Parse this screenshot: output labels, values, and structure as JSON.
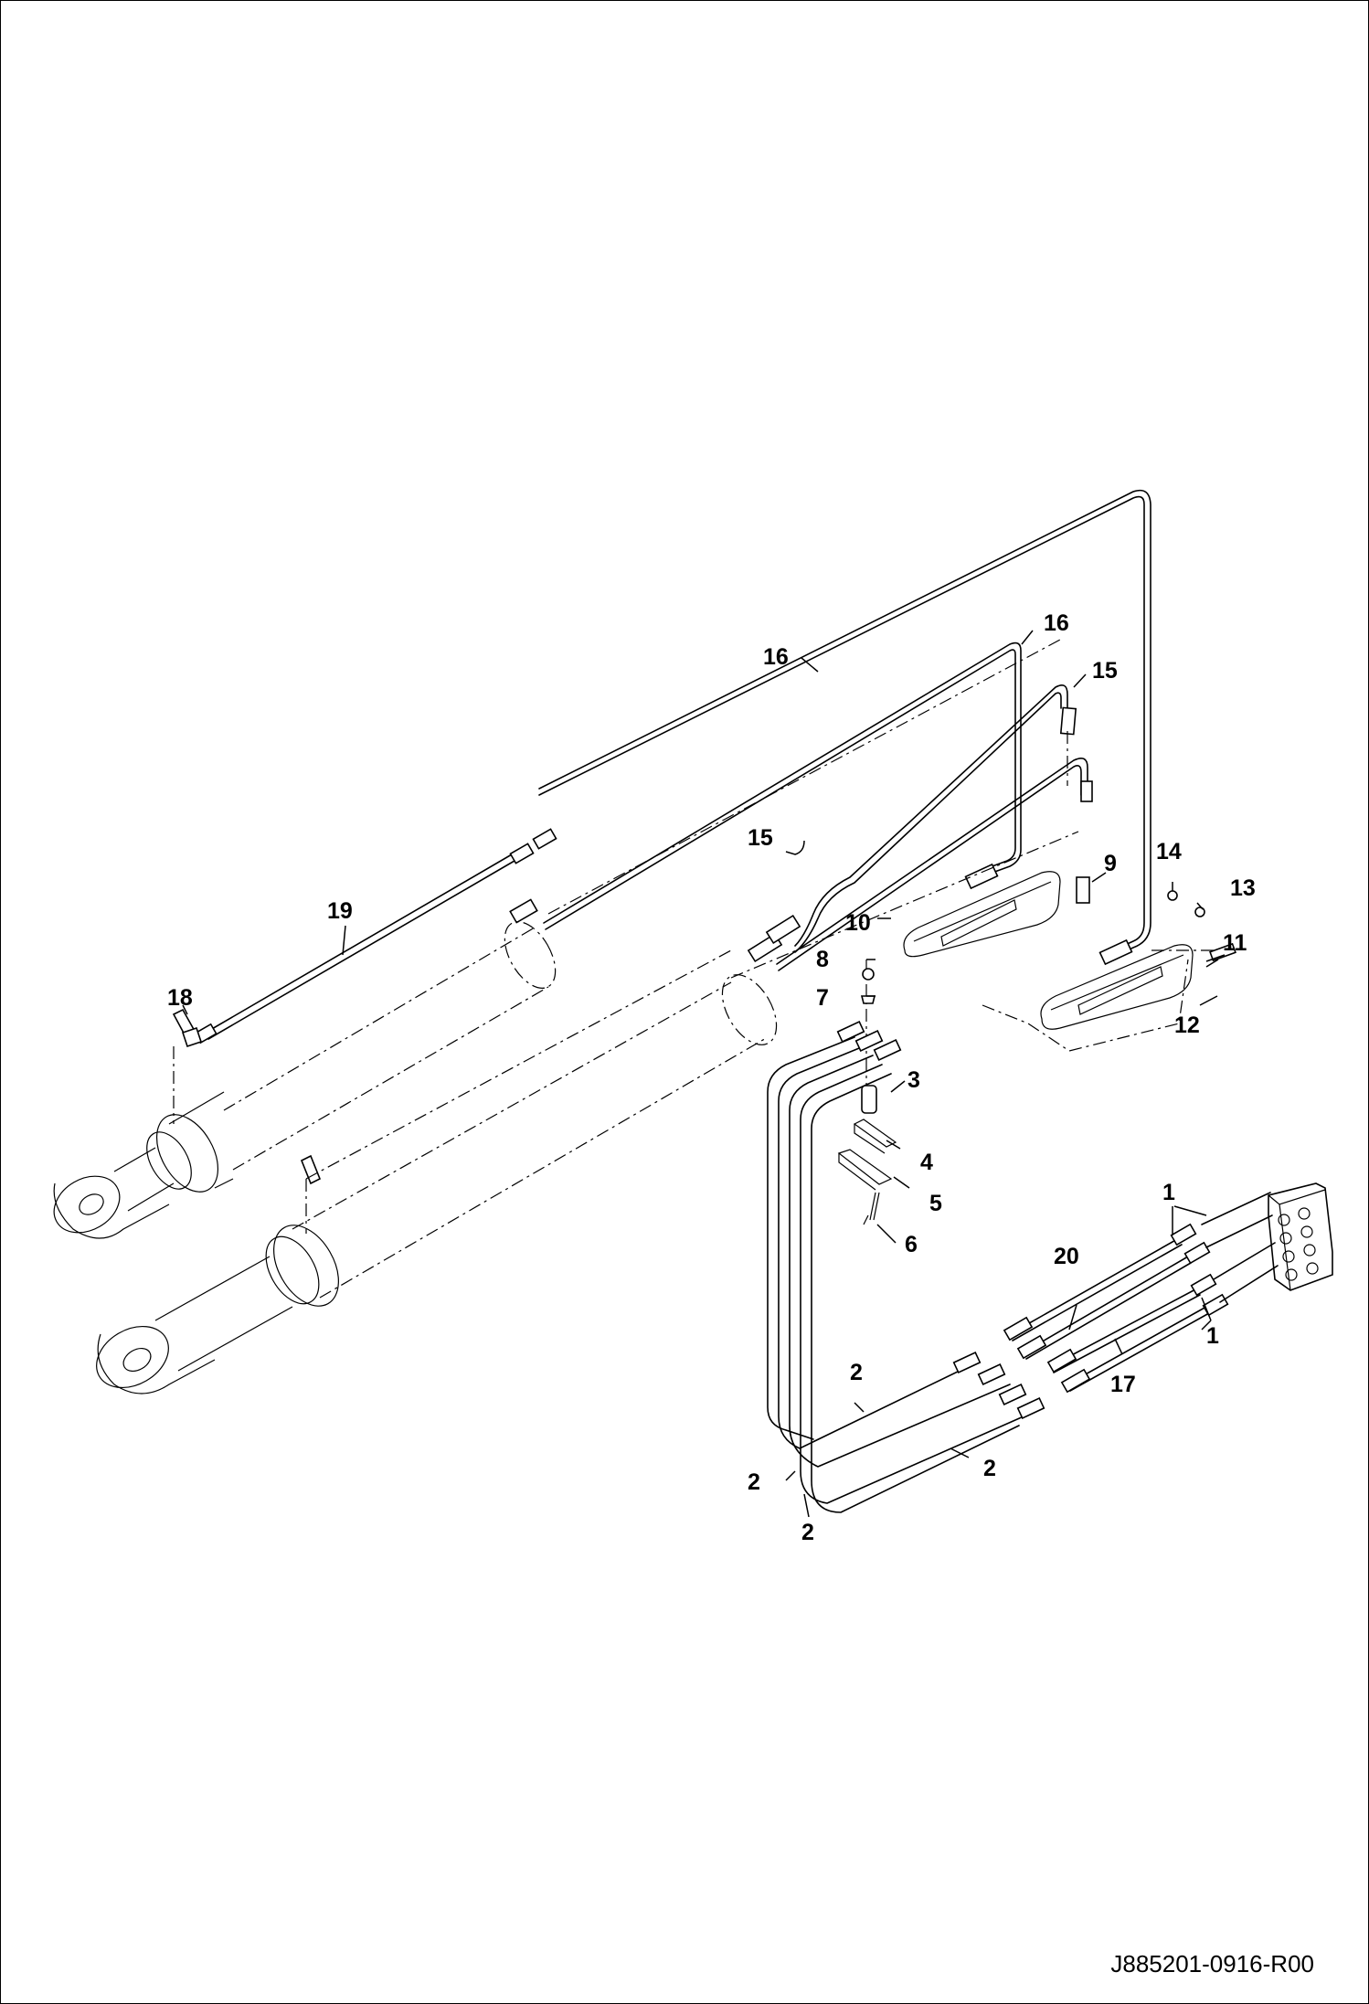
{
  "drawing_number": "J885201-0916-R00",
  "callouts": [
    {
      "id": "c1a",
      "label": "1"
    },
    {
      "id": "c1b",
      "label": "1"
    },
    {
      "id": "c2a",
      "label": "2"
    },
    {
      "id": "c2b",
      "label": "2"
    },
    {
      "id": "c2c",
      "label": "2"
    },
    {
      "id": "c2d",
      "label": "2"
    },
    {
      "id": "c3",
      "label": "3"
    },
    {
      "id": "c4",
      "label": "4"
    },
    {
      "id": "c5",
      "label": "5"
    },
    {
      "id": "c6",
      "label": "6"
    },
    {
      "id": "c7",
      "label": "7"
    },
    {
      "id": "c8",
      "label": "8"
    },
    {
      "id": "c9",
      "label": "9"
    },
    {
      "id": "c10",
      "label": "10"
    },
    {
      "id": "c11",
      "label": "11"
    },
    {
      "id": "c12",
      "label": "12"
    },
    {
      "id": "c13",
      "label": "13"
    },
    {
      "id": "c14",
      "label": "14"
    },
    {
      "id": "c15a",
      "label": "15"
    },
    {
      "id": "c15b",
      "label": "15"
    },
    {
      "id": "c16a",
      "label": "16"
    },
    {
      "id": "c16b",
      "label": "16"
    },
    {
      "id": "c17",
      "label": "17"
    },
    {
      "id": "c18",
      "label": "18"
    },
    {
      "id": "c19",
      "label": "19"
    },
    {
      "id": "c20",
      "label": "20"
    }
  ]
}
